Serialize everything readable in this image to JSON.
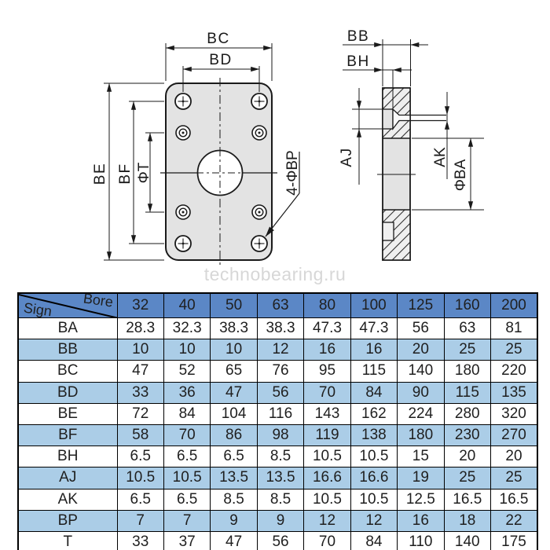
{
  "watermark": "technobearing.ru",
  "colors": {
    "header_blue": "#5b87c6",
    "row_alt": "#abcde7",
    "plate_fill": "#e3e3e3",
    "line": "#1a1a1a",
    "watermark_gray": "#d7d7d7",
    "text": "#1f1f1f"
  },
  "drawing": {
    "front": {
      "dim_bc": "BC",
      "dim_bd": "BD",
      "dim_be": "BE",
      "dim_bf": "BF",
      "dim_t": "ΦT",
      "holes_label": "4-ΦBP"
    },
    "side": {
      "dim_bb": "BB",
      "dim_bh": "BH",
      "dim_aj": "AJ",
      "dim_ak": "AK",
      "dim_ba": "ΦBA"
    }
  },
  "table": {
    "corner": {
      "sign": "Sign",
      "bore": "Bore"
    },
    "columns": [
      "32",
      "40",
      "50",
      "63",
      "80",
      "100",
      "125",
      "160",
      "200"
    ],
    "rows": [
      {
        "label": "BA",
        "values": [
          "28.3",
          "32.3",
          "38.3",
          "38.3",
          "47.3",
          "47.3",
          "56",
          "63",
          "81"
        ]
      },
      {
        "label": "BB",
        "values": [
          "10",
          "10",
          "10",
          "12",
          "16",
          "16",
          "20",
          "25",
          "25"
        ]
      },
      {
        "label": "BC",
        "values": [
          "47",
          "52",
          "65",
          "76",
          "95",
          "115",
          "140",
          "180",
          "220"
        ]
      },
      {
        "label": "BD",
        "values": [
          "33",
          "36",
          "47",
          "56",
          "70",
          "84",
          "90",
          "115",
          "135"
        ]
      },
      {
        "label": "BE",
        "values": [
          "72",
          "84",
          "104",
          "116",
          "143",
          "162",
          "224",
          "280",
          "320"
        ]
      },
      {
        "label": "BF",
        "values": [
          "58",
          "70",
          "86",
          "98",
          "119",
          "138",
          "180",
          "230",
          "270"
        ]
      },
      {
        "label": "BH",
        "values": [
          "6.5",
          "6.5",
          "6.5",
          "8.5",
          "10.5",
          "10.5",
          "15",
          "20",
          "20"
        ]
      },
      {
        "label": "AJ",
        "values": [
          "10.5",
          "10.5",
          "13.5",
          "13.5",
          "16.6",
          "16.6",
          "19",
          "25",
          "25"
        ]
      },
      {
        "label": "AK",
        "values": [
          "6.5",
          "6.5",
          "8.5",
          "8.5",
          "10.5",
          "10.5",
          "12.5",
          "16.5",
          "16.5"
        ]
      },
      {
        "label": "BP",
        "values": [
          "7",
          "7",
          "9",
          "9",
          "12",
          "12",
          "16",
          "18",
          "22"
        ]
      },
      {
        "label": "T",
        "values": [
          "33",
          "37",
          "47",
          "56",
          "70",
          "84",
          "110",
          "140",
          "175"
        ]
      }
    ]
  }
}
